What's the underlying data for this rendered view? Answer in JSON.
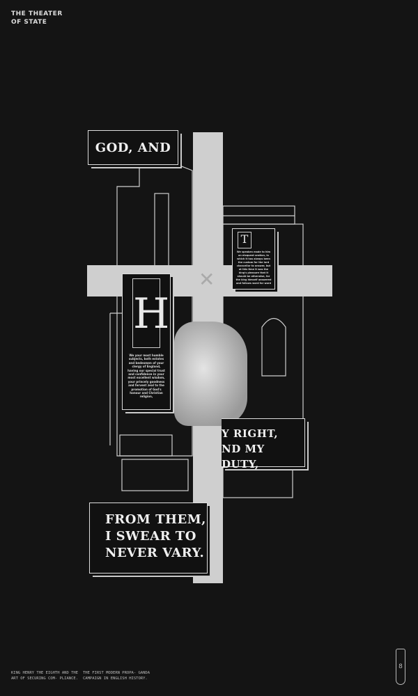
{
  "header": {
    "title": "THE THEATER\nOF STATE"
  },
  "poster": {
    "banner_top": "GOD, AND",
    "banner_mid": "Y RIGHT,\nND MY DUTY,",
    "banner_bottom": "FROM THEM,\nI SWEAR TO\nNEVER VARY.",
    "initial_right": "T",
    "initial_left": "H",
    "text_right": "We speaken made to him an eloquent oration, in which it has always been the custom for the lord chancellor to answer, but at this time it was the king's pleasure that it should be otherwise, for the king himself answered and follows word for word",
    "text_left": "We your most humble subjects, both estates and bedesmen of your clergy of England, having our special trust and confidence in your most excellent wisdom, your princely goodness and fervent zeal to the promotion of God's honour and Christian religion,"
  },
  "footer": {
    "col1": "KING HENRY THE EIGHTH AND THE ART OF SECURING COM- PLIANCE.",
    "col2": "THE FIRST MODERN PROPA- GANDA CAMPAIGN IN ENGLISH HISTORY.",
    "page_mark": "8"
  },
  "colors": {
    "background": "#141414",
    "accent": "#cfcfcf"
  }
}
